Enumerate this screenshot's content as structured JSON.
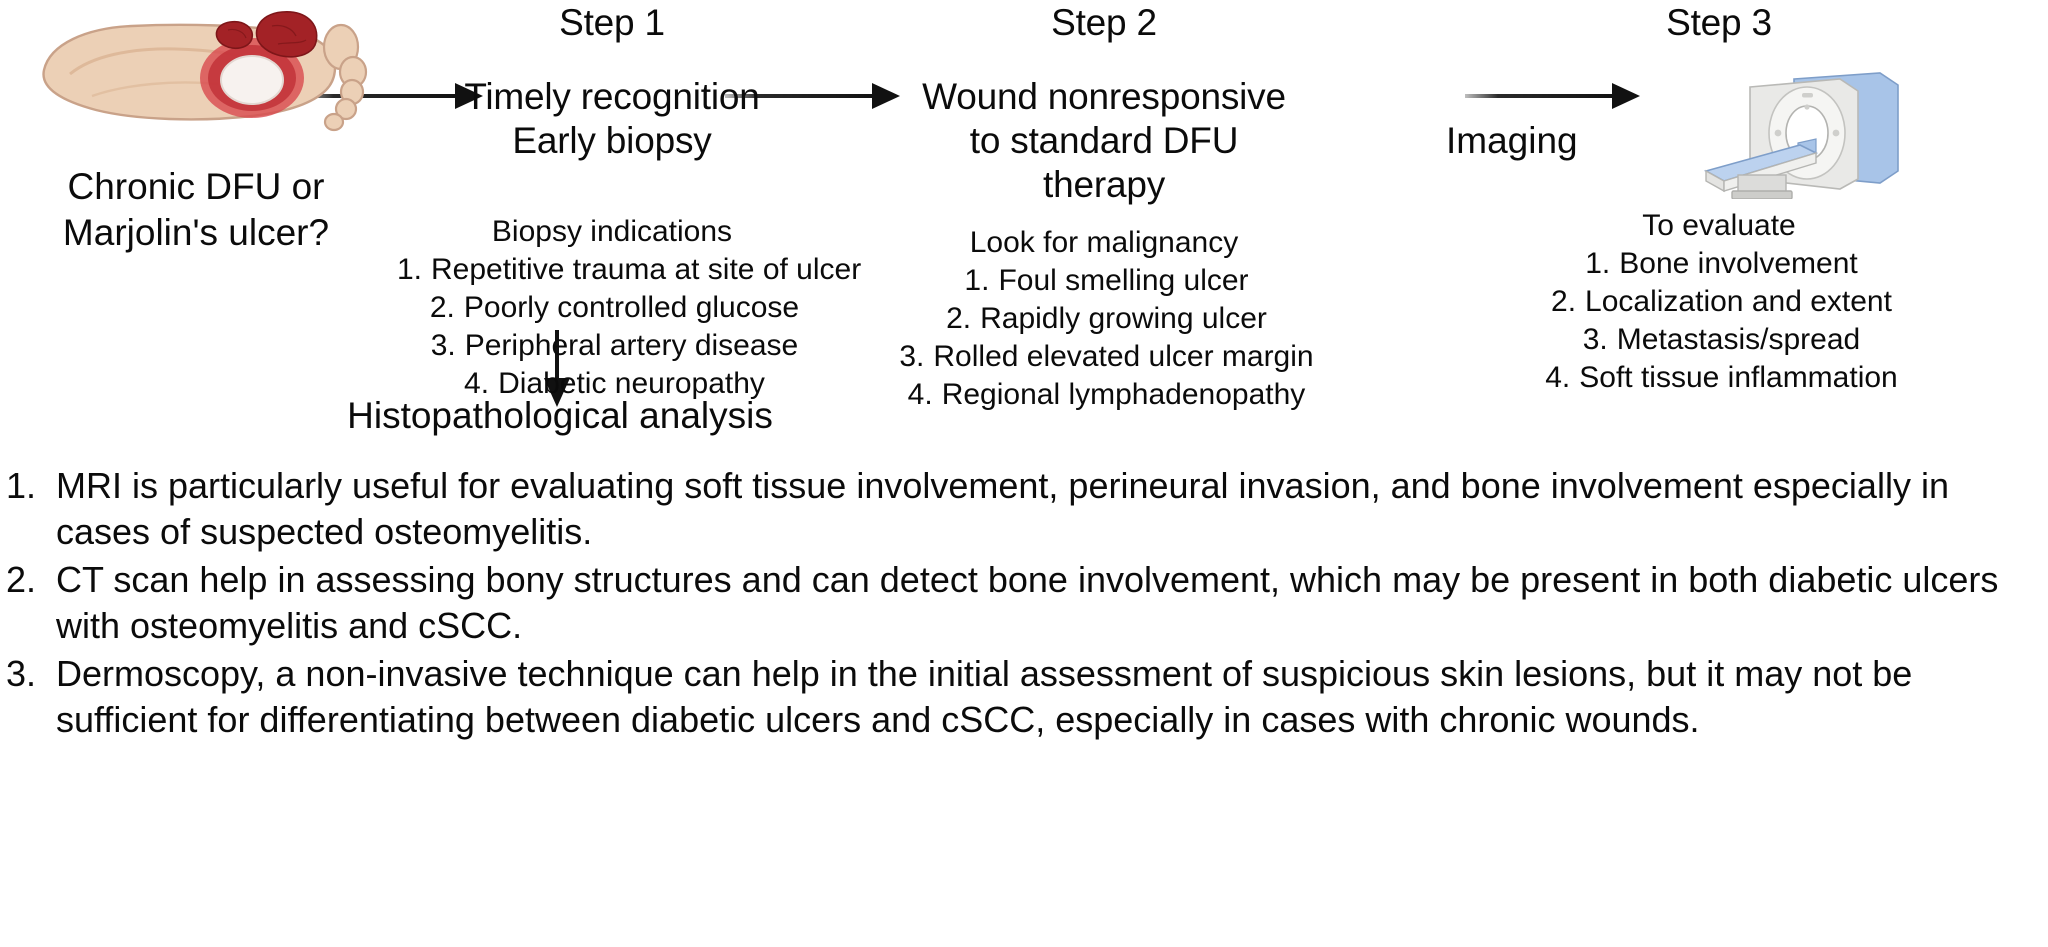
{
  "diagram": {
    "left_panel": {
      "image_name": "diabetic-foot-ulcer-illustration",
      "caption_line_1": "Chronic DFU or",
      "caption_line_2": "Marjolin's ulcer?"
    },
    "steps": [
      {
        "label": "Step 1",
        "title_line_1": "Timely recognition",
        "title_line_2": "Early biopsy",
        "sub_head": "Biopsy indications",
        "items": [
          "Repetitive trauma at site of ulcer",
          "Poorly controlled glucose",
          "Peripheral artery disease",
          "Diabetic neuropathy"
        ]
      },
      {
        "label": "Step 2",
        "title_line_1": "Wound nonresponsive",
        "title_line_2": "to standard DFU",
        "title_line_3": "therapy",
        "sub_head": "Look for malignancy",
        "items": [
          "Foul smelling ulcer",
          "Rapidly growing ulcer",
          "Rolled elevated ulcer margin",
          "Regional lymphadenopathy"
        ]
      },
      {
        "label": "Step 3",
        "imaging_word": "Imaging",
        "image_name": "ct-mri-scanner-illustration",
        "sub_head": "To evaluate",
        "items": [
          "Bone involvement",
          "Localization and extent",
          "Metastasis/spread",
          "Soft tissue inflammation"
        ]
      }
    ],
    "branch_result": "Histopathological analysis",
    "numbering": [
      "1.",
      "2.",
      "3.",
      "4."
    ]
  },
  "notes": {
    "items": [
      {
        "num": "1.",
        "text": "MRI is particularly useful for evaluating soft tissue involvement, perineural invasion, and bone involvement especially in cases of suspected osteomyelitis."
      },
      {
        "num": "2.",
        "text": "CT scan help in assessing bony structures and can detect bone involvement, which may be present in both diabetic ulcers with osteomyelitis and cSCC."
      },
      {
        "num": "3.",
        "text": "Dermoscopy, a non-invasive technique can help in the initial assessment of suspicious skin lesions, but it may not be sufficient for differentiating between diabetic ulcers and cSCC, especially in cases with chronic wounds."
      }
    ]
  },
  "colors": {
    "text": "#0b0b0b",
    "arrow": "#111111",
    "skin": "#ecd0b6",
    "skin_shadow": "#dcb595",
    "ulcer_red": "#b5282c",
    "ulcer_halo": "#d8474b",
    "wound_white": "#f7f2ef",
    "scanner_blue": "#a8c4e8",
    "scanner_gray": "#e3e3e1"
  }
}
